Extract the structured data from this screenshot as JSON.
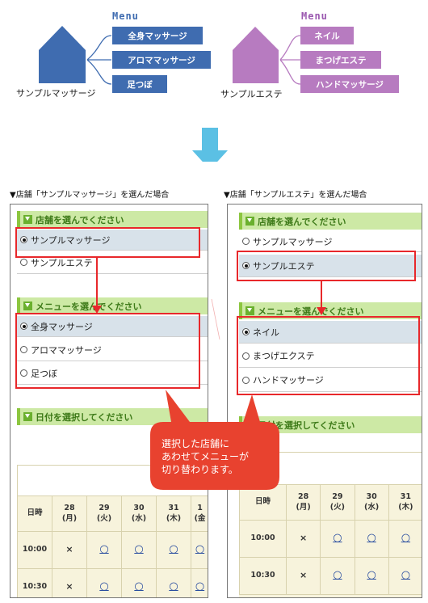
{
  "colors": {
    "blue_house": "#3f6cb0",
    "purple_house": "#b77bc0",
    "blue_pill": "#3f6cb0",
    "purple_pill": "#b77bc0",
    "menu_blue": "#3f6cb0",
    "menu_purple": "#9b59b0",
    "arrow_down": "#5bc0e4",
    "highlight_red": "#e8282b",
    "callout": "#e8422f",
    "section_green": "#cde9a5"
  },
  "diagram": {
    "left": {
      "menu_title": "Menu",
      "shop_name": "サンプルマッサージ",
      "items": [
        "全身マッサージ",
        "アロママッサージ",
        "足つぼ"
      ]
    },
    "right": {
      "menu_title": "Menu",
      "shop_name": "サンプルエステ",
      "items": [
        "ネイル",
        "まつげエステ",
        "ハンドマッサージ"
      ]
    }
  },
  "left_panel": {
    "caption": "▼店舗「サンプルマッサージ」を選んだ場合",
    "store_heading": "店舗を選んでください",
    "stores": [
      {
        "label": "サンプルマッサージ",
        "selected": true
      },
      {
        "label": "サンプルエステ",
        "selected": false
      }
    ],
    "menu_heading": "メニューを選んでください",
    "menus": [
      {
        "label": "全身マッサージ",
        "selected": true
      },
      {
        "label": "アロママッサージ",
        "selected": false
      },
      {
        "label": "足つぼ",
        "selected": false
      }
    ],
    "date_heading": "日付を選択してください",
    "calendar": {
      "corner": "日時",
      "days": [
        "28\n(月)",
        "29\n(火)",
        "30\n(水)",
        "31\n(木)",
        "1\n(金"
      ],
      "rows": [
        {
          "time": "10:00",
          "cells": [
            "×",
            "○",
            "○",
            "○",
            "○"
          ]
        },
        {
          "time": "10:30",
          "cells": [
            "×",
            "○",
            "○",
            "○",
            "○"
          ]
        }
      ]
    }
  },
  "right_panel": {
    "caption": "▼店舗「サンプルエステ」を選んだ場合",
    "store_heading": "店舗を選んでください",
    "stores": [
      {
        "label": "サンプルマッサージ",
        "selected": false
      },
      {
        "label": "サンプルエステ",
        "selected": true
      }
    ],
    "menu_heading": "メニューを選んでください",
    "menus": [
      {
        "label": "ネイル",
        "selected": true
      },
      {
        "label": "まつげエクステ",
        "selected": false
      },
      {
        "label": "ハンドマッサージ",
        "selected": false
      }
    ],
    "date_heading": "日付を選択してください",
    "calendar": {
      "corner": "日時",
      "days": [
        "28\n(月)",
        "29\n(火)",
        "30\n(水)",
        "31\n(木)"
      ],
      "rows": [
        {
          "time": "10:00",
          "cells": [
            "×",
            "○",
            "○",
            "○"
          ]
        },
        {
          "time": "10:30",
          "cells": [
            "×",
            "○",
            "○",
            "○"
          ]
        }
      ]
    }
  },
  "callout": {
    "lines": [
      "選択した店舗に",
      "あわせてメニューが",
      "切り替わります。"
    ]
  }
}
